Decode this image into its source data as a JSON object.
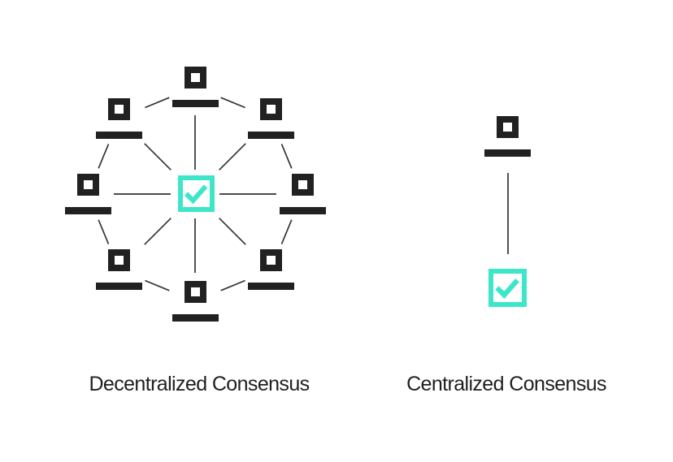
{
  "figures": {
    "decentralized": {
      "label": "Decentralized Consensus",
      "node_count": 8,
      "center_icon": "checked-box",
      "node_icon": "computer-node"
    },
    "centralized": {
      "label": "Centralized Consensus",
      "node_count": 1,
      "center_icon": "checked-box",
      "node_icon": "computer-node"
    }
  },
  "colors": {
    "teal": "#3DE6C9",
    "dark": "#212121",
    "line": "#333333",
    "text": "#1F1F1F",
    "background": "#FFFFFF"
  }
}
